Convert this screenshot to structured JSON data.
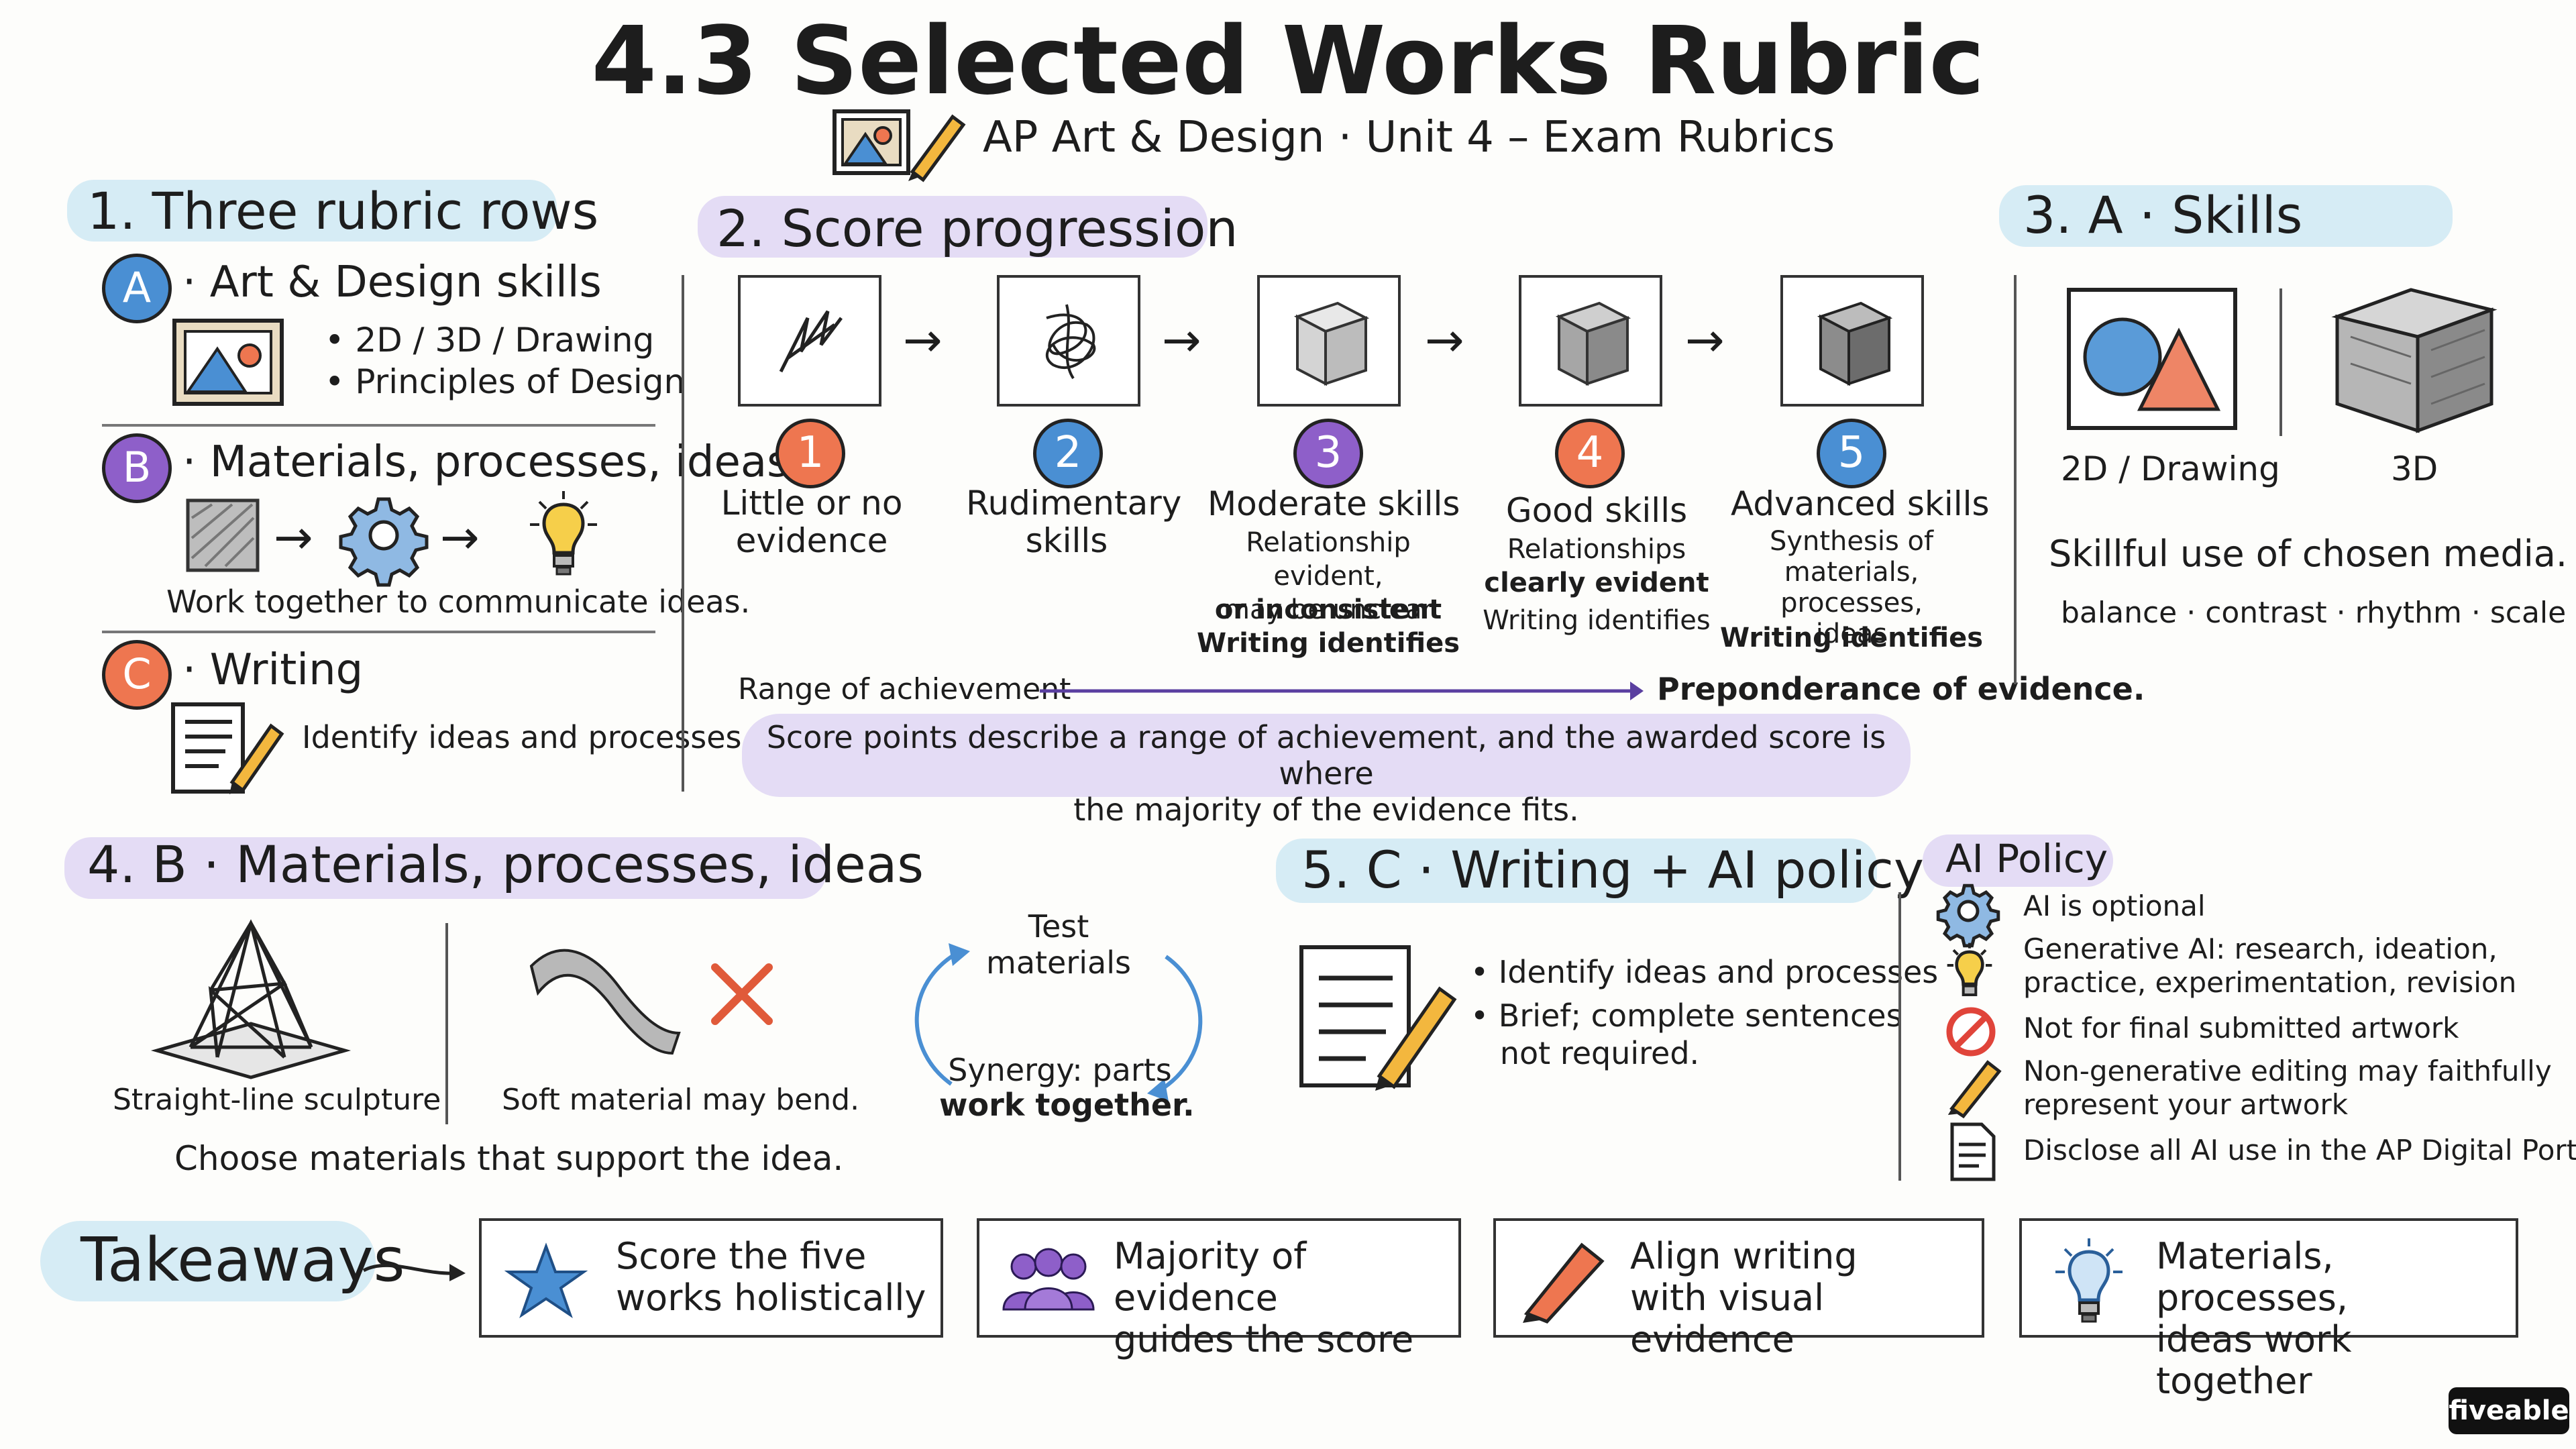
{
  "header": {
    "title": "4.3 Selected Works Rubric",
    "subtitle": "AP Art & Design · Unit 4 – Exam Rubrics"
  },
  "section1": {
    "title": "1. Three rubric rows",
    "rows": [
      {
        "letter": "A",
        "label": "· Art & Design skills",
        "bullets": [
          "• 2D / 3D / Drawing",
          "• Principles of Design"
        ]
      },
      {
        "letter": "B",
        "label": "· Materials, processes, ideas",
        "caption": "Work together to communicate ideas."
      },
      {
        "letter": "C",
        "label": "· Writing",
        "caption": "Identify ideas and processes."
      }
    ]
  },
  "section2": {
    "title": "2. Score progression",
    "scores": [
      {
        "num": "1",
        "label": "Little or no\nevidence",
        "detail": ""
      },
      {
        "num": "2",
        "label": "Rudimentary\nskills",
        "detail": ""
      },
      {
        "num": "3",
        "label": "Moderate skills",
        "detail": "Relationship evident,\nmay be unclear",
        "detail_bold": "or inconsistent\nWriting identifies"
      },
      {
        "num": "4",
        "label": "Good skills",
        "detail": "Relationships",
        "detail_bold": "clearly evident",
        "detail2": "Writing identifies"
      },
      {
        "num": "5",
        "label": "Advanced skills",
        "detail": "Synthesis of\nmaterials, processes,\nideas",
        "detail2": "Writing identifies"
      }
    ],
    "range_label": "Range of achievement",
    "preponderance_label": "Preponderance of evidence.",
    "note": "Score points describe a range of achievement, and the awarded score is where\nthe majority of the evidence fits."
  },
  "section3": {
    "title": "3. A · Skills",
    "label_2d": "2D / Drawing",
    "label_3d": "3D",
    "statement": "Skillful use of chosen media.",
    "principles": "balance · contrast · rhythm · scale"
  },
  "section4": {
    "title": "4. B · Materials, processes, ideas",
    "sculpture_caption": "Straight-line sculpture",
    "soft_caption": "Soft material may bend.",
    "cycle_top": "Test\nmaterials",
    "cycle_bottom_1": "Synergy: parts",
    "cycle_bottom_2": "work together.",
    "footer": "Choose materials that support the idea."
  },
  "section5": {
    "title": "5. C · Writing + AI policy",
    "bullets": [
      "• Identify ideas and processes",
      "• Brief; complete sentences\n   not required."
    ]
  },
  "ai_policy": {
    "title": "AI Policy",
    "items": [
      {
        "icon": "gear-icon",
        "text": "AI is optional"
      },
      {
        "icon": "lightbulb-icon",
        "text": "Generative AI: research, ideation,\npractice, experimentation, revision"
      },
      {
        "icon": "no-icon",
        "text": "Not for final submitted artwork"
      },
      {
        "icon": "pencil-icon",
        "text": "Non-generative editing may faithfully\nrepresent your artwork"
      },
      {
        "icon": "document-icon",
        "text": "Disclose all AI use in the AP Digital Portfolio"
      }
    ]
  },
  "takeaways": {
    "title": "Takeaways",
    "cards": [
      {
        "icon": "star-icon",
        "text": "Score the five\nworks holistically"
      },
      {
        "icon": "people-icon",
        "text": "Majority of evidence\nguides the score"
      },
      {
        "icon": "pencil-icon",
        "text": "Align writing\nwith visual evidence"
      },
      {
        "icon": "lightbulb-icon",
        "text": "Materials, processes,\nideas work together"
      }
    ]
  },
  "brand": "fiveable",
  "colors": {
    "blue": "#4a8fd3",
    "purple": "#8e5fc9",
    "orange": "#ee7650",
    "highlight_blue": "#d6ecf5",
    "highlight_purple": "#e4dcf5"
  }
}
